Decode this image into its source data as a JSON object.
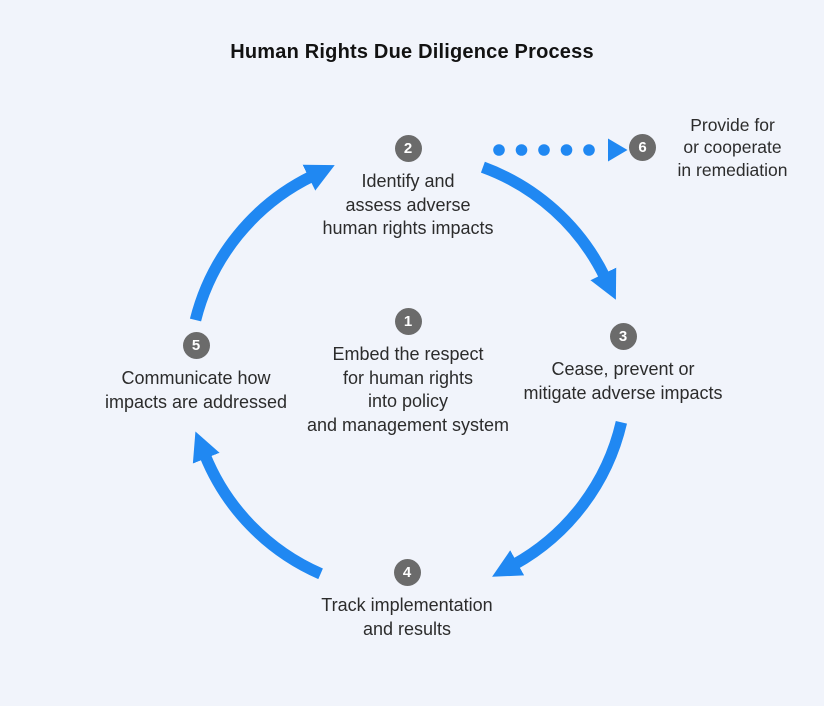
{
  "title": "Human Rights Due Diligence Process",
  "colors": {
    "background": "#f1f4fb",
    "arrow_blue": "#2088f2",
    "badge_gray": "#6b6b6b",
    "badge_number_white": "#ffffff",
    "text_dark": "#2c2c2c",
    "title_black": "#121212"
  },
  "steps": [
    {
      "number": "1",
      "lines": [
        "Embed the respect",
        "for human rights",
        "into policy",
        "and management system"
      ]
    },
    {
      "number": "2",
      "lines": [
        "Identify and",
        "assess adverse",
        "human rights impacts"
      ]
    },
    {
      "number": "3",
      "lines": [
        "Cease, prevent or",
        "mitigate adverse impacts"
      ]
    },
    {
      "number": "4",
      "lines": [
        "Track implementation",
        "and results"
      ]
    },
    {
      "number": "5",
      "lines": [
        "Communicate how",
        "impacts are addressed"
      ]
    },
    {
      "number": "6",
      "lines": [
        "Provide for",
        "or cooperate",
        "in remediation"
      ]
    }
  ]
}
